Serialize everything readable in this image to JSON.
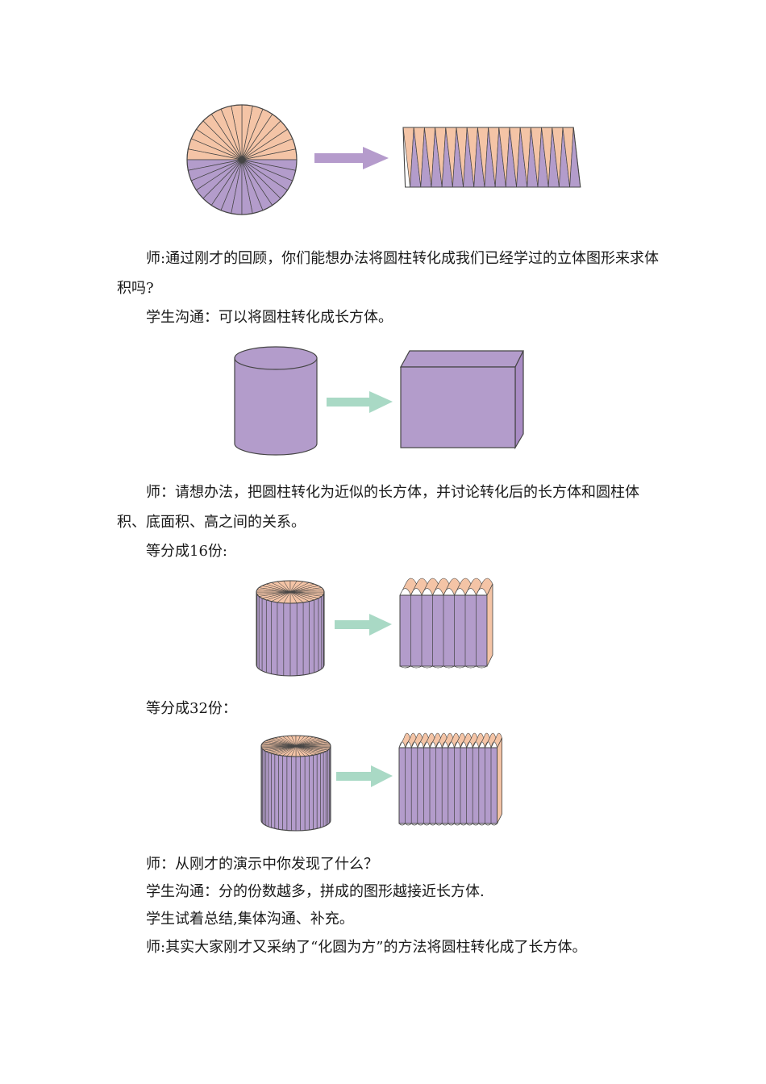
{
  "colors": {
    "peach": "#f4c4a6",
    "purple": "#b39ccb",
    "purple_dark": "#a98cc4",
    "arrow_purple": "#b59bcc",
    "arrow_green": "#a9d9c5",
    "outline": "#444444"
  },
  "figures": {
    "fig1": {
      "description_icon": "circle-sectors-to-parallelogram",
      "sectors": 32
    },
    "fig2": {
      "description_icon": "cylinder-to-cuboid"
    },
    "fig3": {
      "description_icon": "cylinder-16-parts-to-approx-cuboid",
      "parts": 16
    },
    "fig4": {
      "description_icon": "cylinder-32-parts-to-approx-cuboid",
      "parts": 32
    }
  },
  "text": {
    "p1": "师:通过刚才的回顾，你们能想办法将圆柱转化成我们已经学过的立体图形来求体积吗?",
    "p2": "学生沟通：可以将圆柱转化成长方体。",
    "p3": "师：请想办法，把圆柱转化为近似的长方体，并讨论转化后的长方体和圆柱体积、底面积、高之间的关系。",
    "p4": "等分成16份:",
    "p5": "等分成32份：",
    "p6": "师：从刚才的演示中你发现了什么？",
    "p7": "学生沟通：分的份数越多，拼成的图形越接近长方体.",
    "p8": "学生试着总结,集体沟通、补充。",
    "p9": "师:其实大家刚才又采纳了“化圆为方”的方法将圆柱转化成了长方体。"
  }
}
